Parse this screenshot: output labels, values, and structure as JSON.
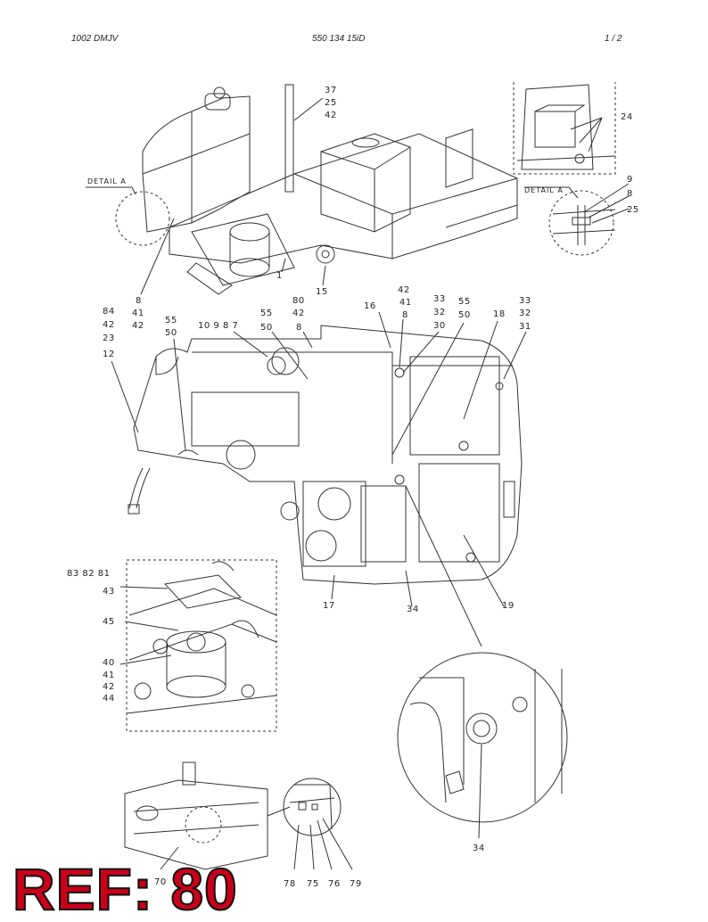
{
  "header": {
    "model": "1002 DMJV",
    "doc_number": "550 134 15iD",
    "page": "1 /  2"
  },
  "detail_label": "DETAIL A",
  "callouts": {
    "top_37": "37",
    "top_25": "25",
    "top_42": "42",
    "top_24": "24",
    "det_9": "9",
    "det_8": "8",
    "det_25": "25",
    "top_1": "1",
    "top_15": "15",
    "l_8": "8",
    "l_84": "84",
    "l_41": "41",
    "l_42a": "42",
    "l_42b": "42",
    "l_23": "23",
    "l_12": "12",
    "l_55": "55",
    "l_50": "50",
    "l_10987": "10 9 8 7",
    "m_55": "55",
    "m_50": "50",
    "m_80": "80",
    "m_42": "42",
    "m_8": "8",
    "m_16": "16",
    "c_42": "42",
    "c_41": "41",
    "c_8": "8",
    "c_33": "33",
    "c_32": "32",
    "c_30": "30",
    "c_55": "55",
    "c_50": "50",
    "r_18": "18",
    "r_33": "33",
    "r_32": "32",
    "r_31": "31",
    "b_17": "17",
    "b_34": "34",
    "b_19": "19",
    "i_838281": "83 82 81",
    "i_43": "43",
    "i_45": "45",
    "i_40": "40",
    "i_41": "41",
    "i_42": "42",
    "i_44": "44",
    "circ_34": "34",
    "s_70": "70",
    "s_78": "78",
    "s_75": "75",
    "s_76": "76",
    "s_79": "79"
  },
  "stamp": "REF: 80"
}
